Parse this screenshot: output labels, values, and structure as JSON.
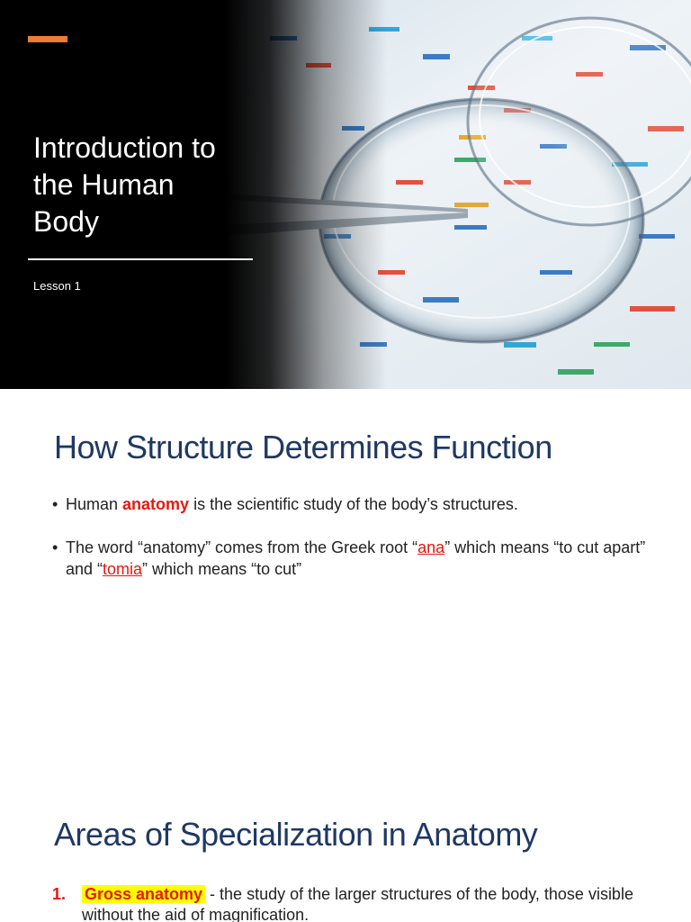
{
  "slide1": {
    "title_lines": [
      "Introduction to",
      "the Human",
      "Body"
    ],
    "subtitle": "Lesson 1",
    "image": "petri-dish-dna-gel",
    "accent_color": "#ed7d31"
  },
  "slide2": {
    "heading": "How Structure Determines Function",
    "bullet_char": "•",
    "bullet1": {
      "before": "Human ",
      "term": "anatomy",
      "after": " is the scientific study of the body’s structures."
    },
    "bullet2": {
      "part1": "The word “anatomy” comes from the Greek root “",
      "root1": "ana",
      "part2": "” which means “to cut apart” and “",
      "root2": "tomia",
      "part3": "” which means “to cut”"
    }
  },
  "slide3": {
    "heading": "Areas of Specialization in Anatomy",
    "item1": {
      "number": "1.",
      "term": "Gross anatomy",
      "text": " -  the study of the larger structures of the body, those visible without the aid of magnification."
    }
  },
  "colors": {
    "heading": "#1f3864",
    "emphasis_red": "#e8180e",
    "highlight": "#ffff00"
  }
}
